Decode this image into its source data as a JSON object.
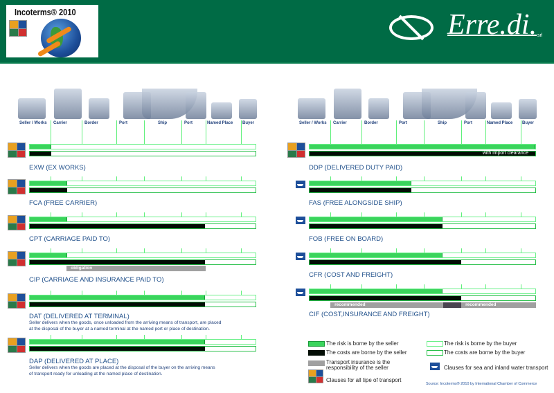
{
  "header": {
    "logo_title": "Incoterms® 2010",
    "brand": "Erre.di.",
    "brand_suffix": "srl"
  },
  "stages": [
    "Seller / Works",
    "Carrier",
    "Border",
    "Port",
    "Ship",
    "Port",
    "Named Place",
    "Buyer"
  ],
  "colors": {
    "header": "#006b45",
    "seller_risk": "#3ad45c",
    "seller_cost": "#030d05",
    "insurance": "#a0a0a0",
    "title": "#1f4f8a"
  },
  "left_terms": [
    {
      "code": "EXW",
      "title": "EXW (EX WORKS)",
      "mode": "all",
      "risk_pct": 9.5,
      "cost_pct": 9.5
    },
    {
      "code": "FCA",
      "title": "FCA (FREE CARRIER)",
      "mode": "all",
      "risk_pct": 16.5,
      "cost_pct": 16.5
    },
    {
      "code": "CPT",
      "title": "CPT (CARRIAGE PAID TO)",
      "mode": "all",
      "risk_pct": 16.5,
      "cost_pct": 77.7
    },
    {
      "code": "CIP",
      "title": "CIP (CARRIAGE AND INSURANCE PAID TO)",
      "mode": "all",
      "risk_pct": 16.5,
      "cost_pct": 77.7,
      "insurance": [
        {
          "label": "obligation",
          "from_pct": 16.5,
          "to_pct": 77.7
        }
      ]
    },
    {
      "code": "DAT",
      "title": "DAT (DELIVERED AT TERMINAL)",
      "mode": "all",
      "risk_pct": 77.7,
      "cost_pct": 77.7,
      "desc": [
        "Seller delivers when the goods, once unloaded from the arriving means of transport, are placed",
        "at the disposal of the buyer at a named terminal at the named port or place of destination."
      ]
    },
    {
      "code": "DAP",
      "title": "DAP (DELIVERED AT PLACE)",
      "mode": "all",
      "risk_pct": 77.7,
      "cost_pct": 77.7,
      "desc": [
        "Seller delivers when the goods are placed at the disposal of the buyer on the arriving means",
        "of transport ready for unloading at the named place of destination."
      ]
    }
  ],
  "right_terms": [
    {
      "code": "DDP",
      "title": "DDP (DELIVERED DUTY PAID)",
      "mode": "all",
      "risk_pct": 100,
      "cost_pct": 100,
      "cost_note": "with import clearance"
    },
    {
      "code": "FAS",
      "title": "FAS (FREE ALONGSIDE SHIP)",
      "mode": "sea",
      "risk_pct": 45,
      "cost_pct": 45
    },
    {
      "code": "FOB",
      "title": "FOB (FREE ON BOARD)",
      "mode": "sea",
      "risk_pct": 59,
      "cost_pct": 59
    },
    {
      "code": "CFR",
      "title": "CFR (COST AND FREIGHT)",
      "mode": "sea",
      "risk_pct": 59,
      "cost_pct": 67.1
    },
    {
      "code": "CIF",
      "title": "CIF (COST,INSURANCE AND FREIGHT)",
      "mode": "sea",
      "risk_pct": 59,
      "cost_pct": 67.1,
      "insurance": [
        {
          "label": "recommended",
          "from_pct": 9.5,
          "to_pct": 59
        },
        {
          "label": "",
          "from_pct": 59,
          "to_pct": 67.1,
          "dark": true
        },
        {
          "label": "recommended",
          "from_pct": 67.1,
          "to_pct": 100
        }
      ]
    }
  ],
  "legend": {
    "seller_risk": "The risk is borne by the seller",
    "seller_cost": "The costs are borne by the seller",
    "insurance": [
      "Transport insurance is the",
      "responsibility of the seller"
    ],
    "all_modes": "Clauses for all tipe of transport",
    "buyer_risk": "The risk is borne by the buyer",
    "buyer_cost": "The costs are borne by the buyer",
    "sea": "Clauses for sea and inland water transport",
    "source": "Source: Incoterms® 2010 by International Chamber of Commerce"
  }
}
